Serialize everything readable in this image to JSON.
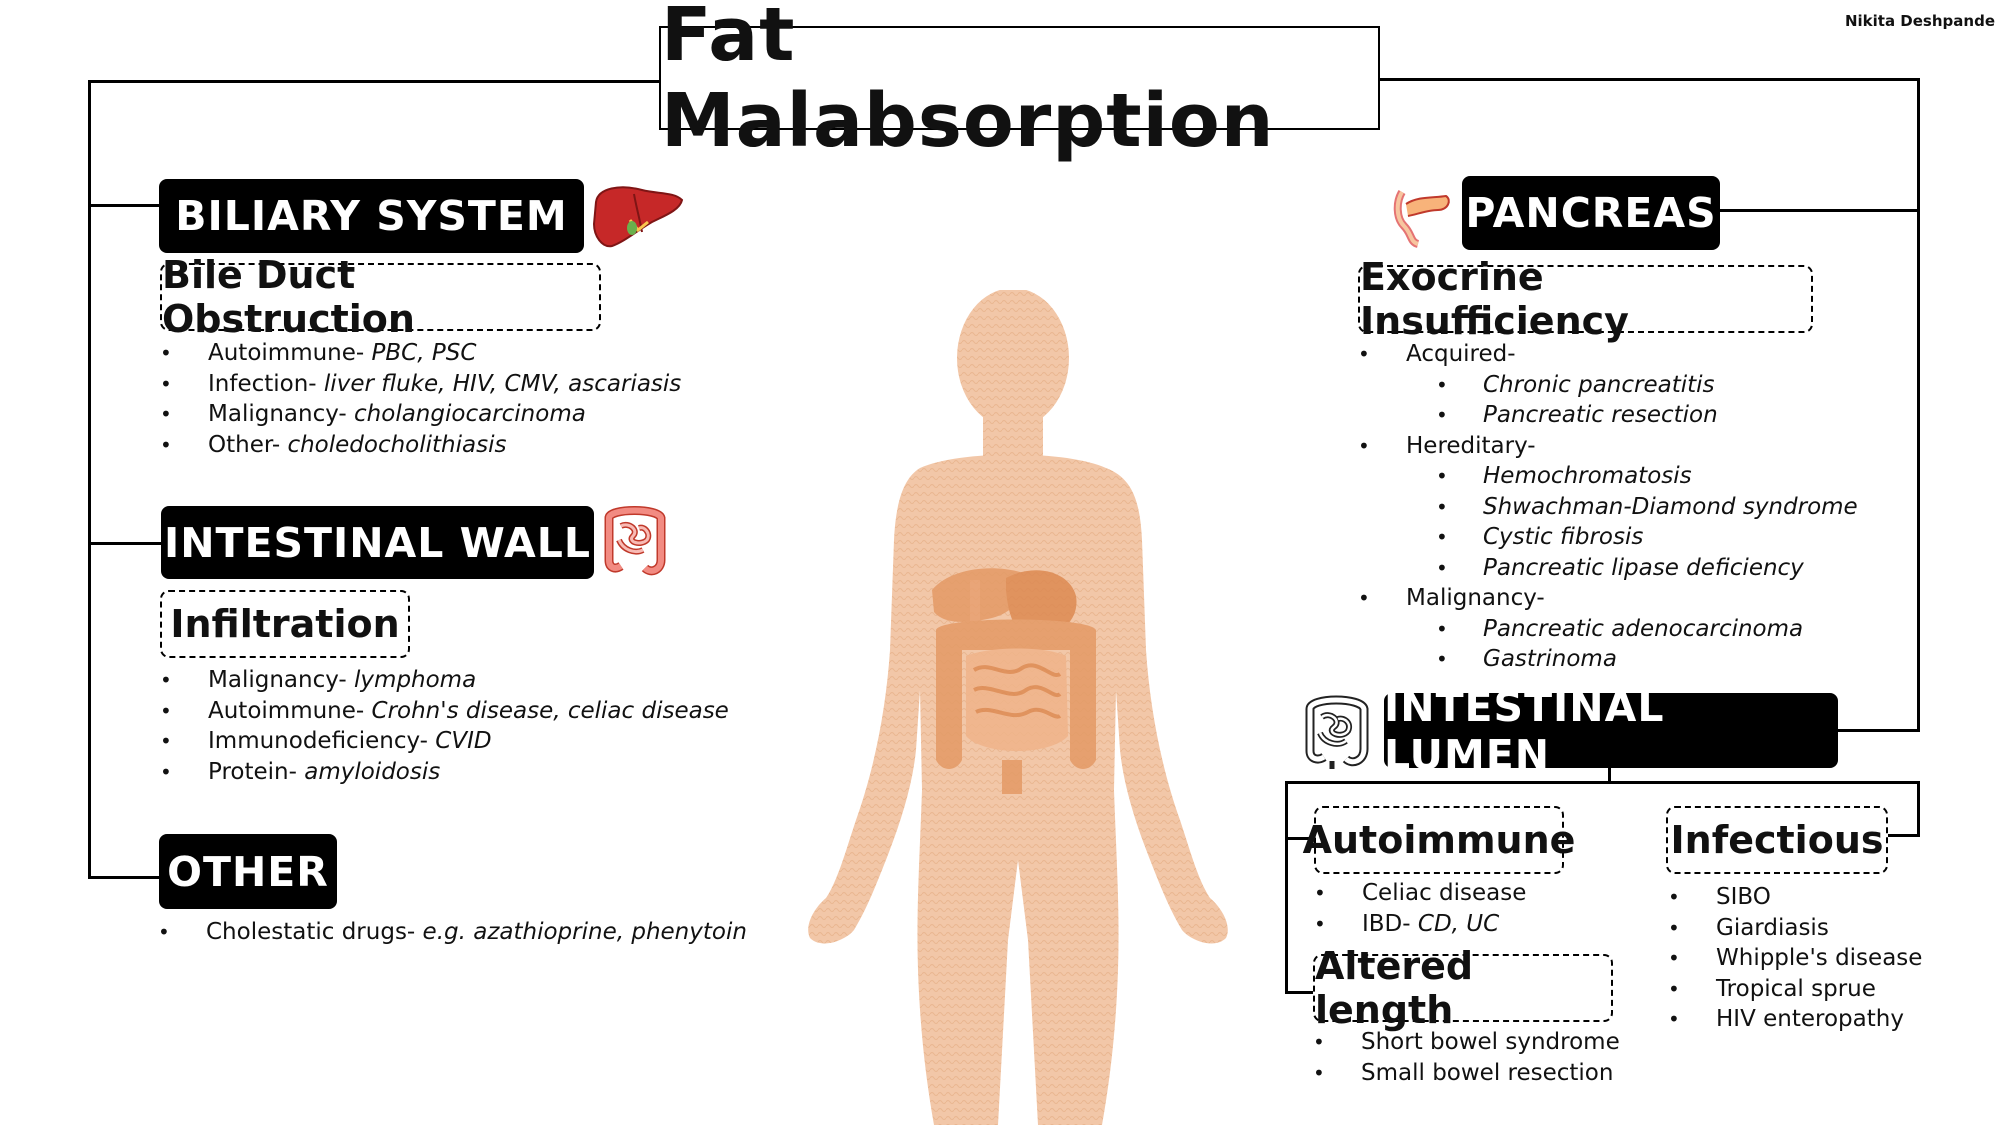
{
  "title": "Fat Malabsorption",
  "author": "Nikita Deshpande",
  "left": {
    "biliary": {
      "label": "BILIARY SYSTEM",
      "subtitle": "Bile Duct Obstruction",
      "items": [
        {
          "term": "Autoimmune- ",
          "detail": "PBC, PSC"
        },
        {
          "term": "Infection- ",
          "detail": "liver fluke, HIV, CMV, ascariasis"
        },
        {
          "term": "Malignancy- ",
          "detail": "cholangiocarcinoma"
        },
        {
          "term": "Other- ",
          "detail": "choledocholithiasis"
        }
      ]
    },
    "intestinal_wall": {
      "label": "INTESTINAL WALL",
      "subtitle": "Infiltration",
      "items": [
        {
          "term": "Malignancy- ",
          "detail": "lymphoma"
        },
        {
          "term": "Autoimmune- ",
          "detail": "Crohn's disease, celiac disease"
        },
        {
          "term": "Immunodeficiency- ",
          "detail": "CVID"
        },
        {
          "term": "Protein- ",
          "detail": "amyloidosis"
        }
      ]
    },
    "other": {
      "label": "OTHER",
      "items": [
        {
          "term": "Cholestatic drugs- ",
          "detail": "e.g. azathioprine, phenytoin"
        }
      ]
    }
  },
  "right": {
    "pancreas": {
      "label": "PANCREAS",
      "subtitle": "Exocrine Insufficiency",
      "groups": [
        {
          "label": "Acquired-",
          "items": [
            "Chronic pancreatitis",
            "Pancreatic resection"
          ]
        },
        {
          "label": "Hereditary-",
          "items": [
            "Hemochromatosis",
            "Shwachman-Diamond syndrome",
            "Cystic fibrosis",
            "Pancreatic lipase deficiency"
          ]
        },
        {
          "label": "Malignancy-",
          "items": [
            "Pancreatic adenocarcinoma",
            "Gastrinoma"
          ]
        }
      ]
    },
    "intestinal_lumen": {
      "label": "INTESTINAL LUMEN",
      "autoimmune": {
        "title": "Autoimmune",
        "items": [
          {
            "term": "Celiac disease",
            "detail": ""
          },
          {
            "term": "IBD- ",
            "detail": "CD, UC"
          }
        ]
      },
      "altered_length": {
        "title": "Altered length",
        "items": [
          "Short bowel syndrome",
          "Small bowel resection"
        ]
      },
      "infectious": {
        "title": "Infectious",
        "items": [
          "SIBO",
          "Giardiasis",
          "Whipple's disease",
          "Tropical sprue",
          "HIV enteropathy"
        ]
      }
    }
  },
  "colors": {
    "body": "#f2c7a8",
    "organs": "#e49a66",
    "liver": "#c62828",
    "intestine": "#e57373",
    "label_bg": "#000000"
  },
  "icons": [
    "liver-icon",
    "intestine-icon",
    "pancreas-icon",
    "colon-icon",
    "human-body-silhouette"
  ]
}
